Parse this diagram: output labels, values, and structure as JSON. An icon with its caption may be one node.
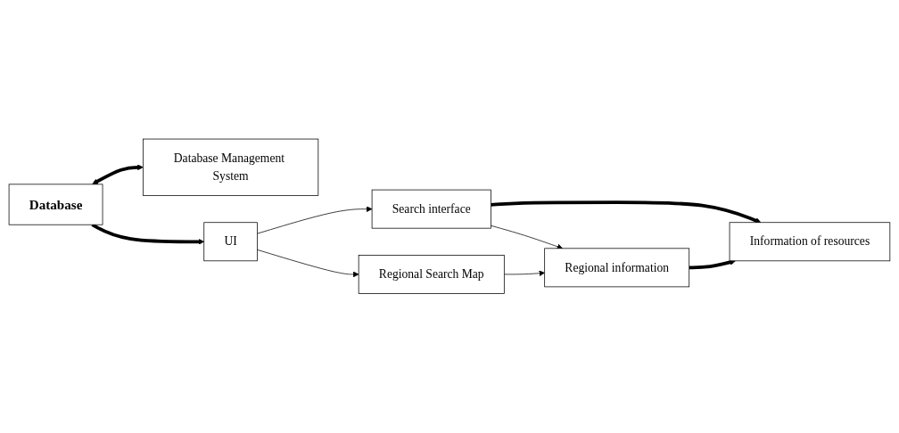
{
  "diagram": {
    "nodes": [
      {
        "text": [
          "Database"
        ]
      },
      {
        "text": [
          "Database Management System"
        ]
      },
      {
        "text": [
          "Search interface"
        ]
      },
      {
        "text": [
          "UI"
        ]
      },
      {
        "text": [
          "Regional Search Map"
        ]
      },
      {
        "text": [
          "Regional information"
        ]
      },
      {
        "text": [
          "Information of resources"
        ]
      }
    ],
    "edges": [
      {
        "from": 0,
        "to": 1,
        "arrow": "both",
        "style": "thick"
      },
      {
        "from": 0,
        "to": 3,
        "arrow": "to",
        "style": "thick"
      },
      {
        "from": 3,
        "to": 2,
        "arrow": "to"
      },
      {
        "from": 3,
        "to": 4,
        "arrow": "to"
      },
      {
        "from": 2,
        "to": 5,
        "arrow": "to"
      },
      {
        "from": 4,
        "to": 5,
        "arrow": "to"
      },
      {
        "from": 2,
        "to": 6,
        "arrow": "to",
        "style": "thick"
      },
      {
        "from": 5,
        "to": 6,
        "arrow": "to",
        "style": "thick"
      }
    ]
  }
}
